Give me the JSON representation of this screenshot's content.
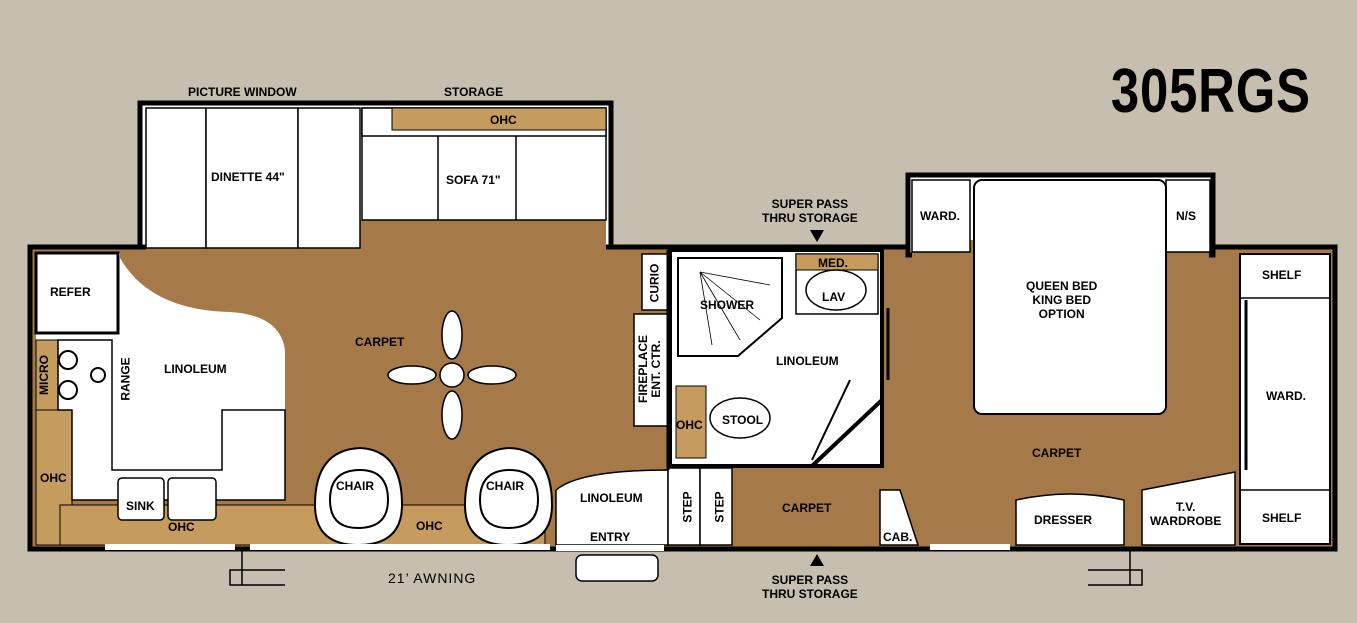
{
  "model": "305RGS",
  "labels": {
    "picture_window": "PICTURE WINDOW",
    "storage": "STORAGE",
    "ohc_top": "OHC",
    "dinette": "DINETTE 44\"",
    "sofa": "SOFA 71\"",
    "super_pass_top": "SUPER PASS\nTHRU STORAGE",
    "refer": "REFER",
    "micro": "MICRO",
    "range": "RANGE",
    "linoleum_kitchen": "LINOLEUM",
    "carpet_living": "CARPET",
    "curio": "CURIO",
    "fireplace": "FIREPLACE\nENT. CTR.",
    "shower": "SHOWER",
    "med": "MED.",
    "lav": "LAV",
    "linoleum_bath": "LINOLEUM",
    "ohc_bath": "OHC",
    "stool": "STOOL",
    "ward_left": "WARD.",
    "ns": "N/S",
    "bed": "QUEEN BED\nKING BED\nOPTION",
    "shelf_top": "SHELF",
    "ward_right": "WARD.",
    "carpet_bedroom": "CARPET",
    "ohc_left": "OHC",
    "chair_1": "CHAIR",
    "chair_2": "CHAIR",
    "sink": "SINK",
    "ohc_bottom_1": "OHC",
    "ohc_bottom_2": "OHC",
    "linoleum_entry": "LINOLEUM",
    "entry": "ENTRY",
    "step_1": "STEP",
    "step_2": "STEP",
    "carpet_hall": "CARPET",
    "cab": "CAB.",
    "dresser": "DRESSER",
    "tv_wardrobe": "T.V.\nWARDROBE",
    "shelf_bottom": "SHELF",
    "awning": "21’ AWNING",
    "super_pass_bottom": "SUPER PASS\nTHRU STORAGE"
  }
}
